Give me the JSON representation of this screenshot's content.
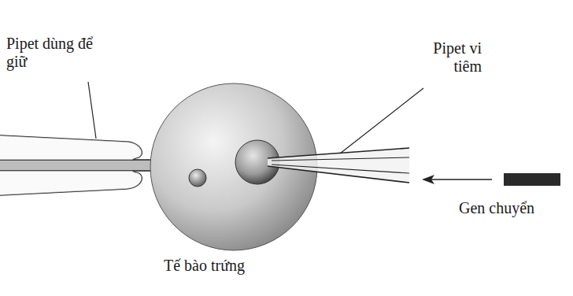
{
  "diagram": {
    "labels": [
      "Pipet dùng để giữ",
      "Pipet vi tiêm",
      "Gen chuyển",
      "Tế bào trứng"
    ]
  }
}
